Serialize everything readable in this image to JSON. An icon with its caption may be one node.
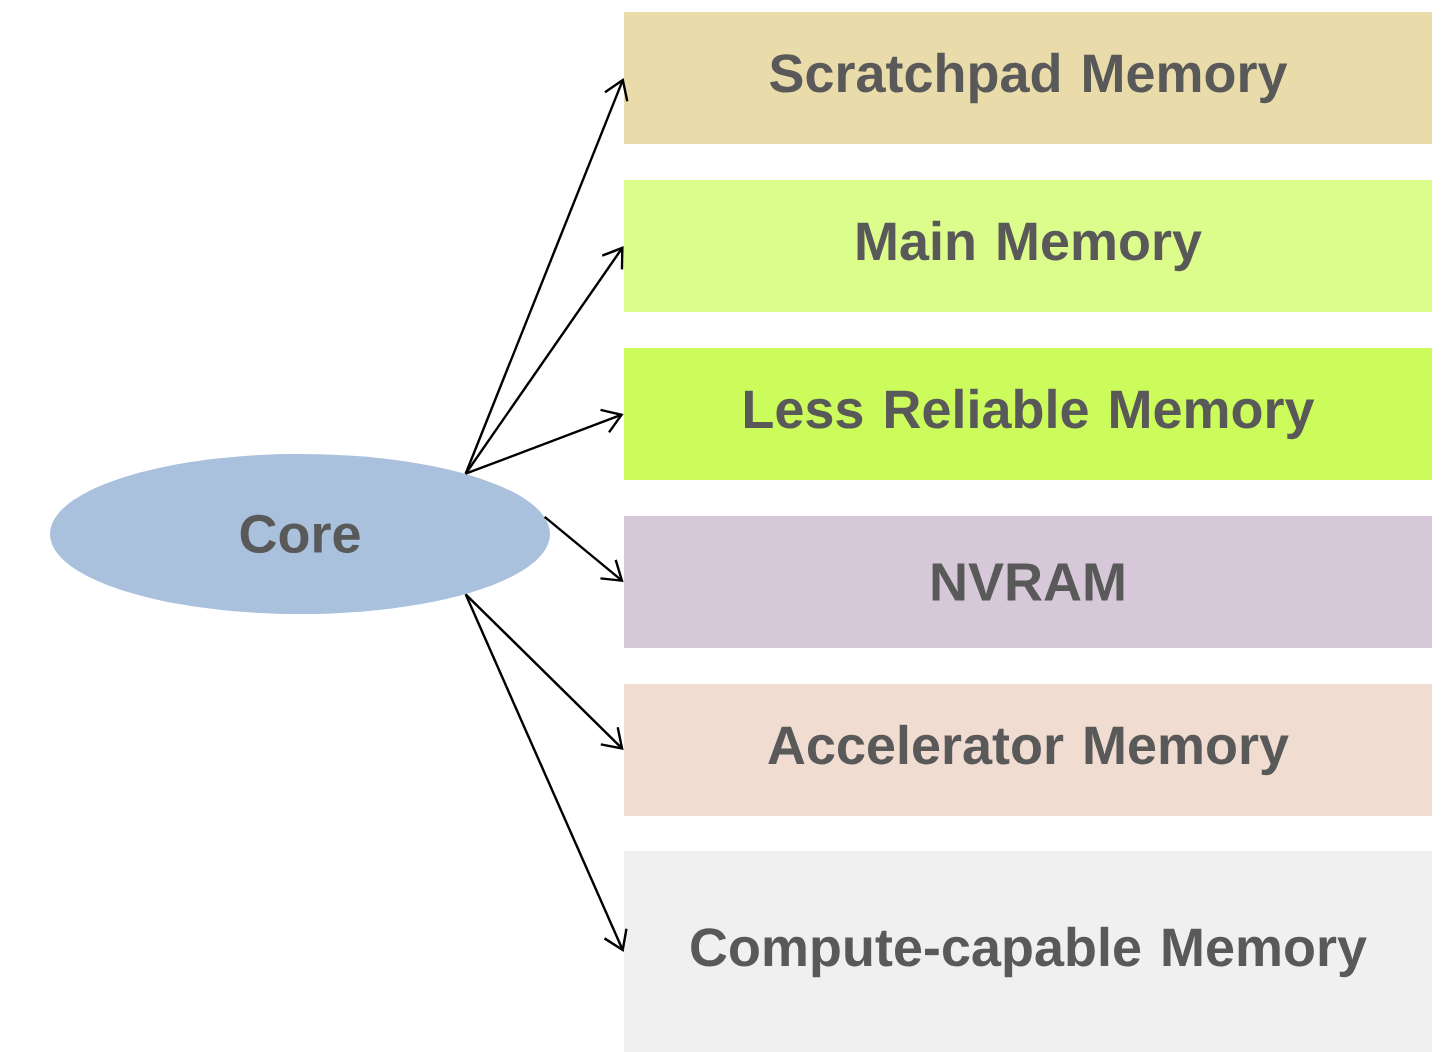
{
  "diagram": {
    "nodes": [
      {
        "text": [
          "Core"
        ]
      },
      {
        "text": [
          "Scratchpad Memory"
        ]
      },
      {
        "text": [
          "Main Memory"
        ]
      },
      {
        "text": [
          "Less Reliable Memory"
        ]
      },
      {
        "text": [
          "NVRAM"
        ]
      },
      {
        "text": [
          "Accelerator Memory"
        ]
      },
      {
        "text": [
          "Compute-capable Memory"
        ]
      }
    ],
    "edges": [
      {
        "from": 0,
        "to": 1,
        "arrow": "to"
      },
      {
        "from": 0,
        "to": 2,
        "arrow": "to"
      },
      {
        "from": 0,
        "to": 3,
        "arrow": "to"
      },
      {
        "from": 0,
        "to": 4,
        "arrow": "to"
      },
      {
        "from": 0,
        "to": 5,
        "arrow": "to"
      },
      {
        "from": 0,
        "to": 6,
        "arrow": "to"
      }
    ]
  }
}
